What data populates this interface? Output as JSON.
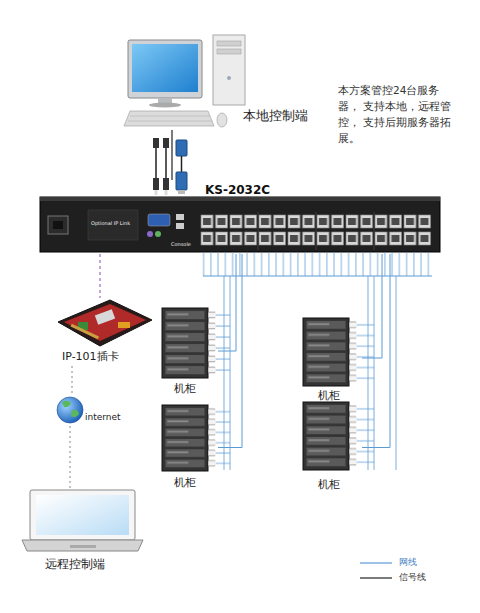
{
  "diagram": {
    "nodes": [
      {
        "text": [
          "本地控制端"
        ]
      },
      {
        "text": [
          "KS-2032C",
          "Optional IP Link",
          "Console"
        ]
      },
      {
        "text": [
          "IP-101插卡"
        ]
      },
      {
        "text": [
          "机柜"
        ]
      },
      {
        "text": [
          "机柜"
        ]
      },
      {
        "text": [
          "internet"
        ]
      },
      {
        "text": [
          "机柜"
        ]
      },
      {
        "text": [
          "机柜"
        ]
      },
      {
        "text": [
          "远程控制端"
        ]
      }
    ],
    "edges": [
      {
        "from": 0,
        "to": 1,
        "arrow": "none"
      },
      {
        "from": 1,
        "to": 2,
        "arrow": "none"
      },
      {
        "from": 2,
        "to": 5,
        "arrow": "none"
      },
      {
        "from": 5,
        "to": 8,
        "arrow": "none"
      },
      {
        "from": 1,
        "to": 3,
        "arrow": "none"
      },
      {
        "from": 1,
        "to": 6,
        "arrow": "none"
      },
      {
        "from": 1,
        "to": 4,
        "arrow": "none"
      },
      {
        "from": 1,
        "to": 7,
        "arrow": "none"
      }
    ],
    "labels": [
      "本方案管控24台服务器， 支持本地，远程管控， 支持后期服务器拓展。"
    ],
    "legend": [
      {
        "text": "网线"
      },
      {
        "text": "信号线"
      }
    ]
  }
}
